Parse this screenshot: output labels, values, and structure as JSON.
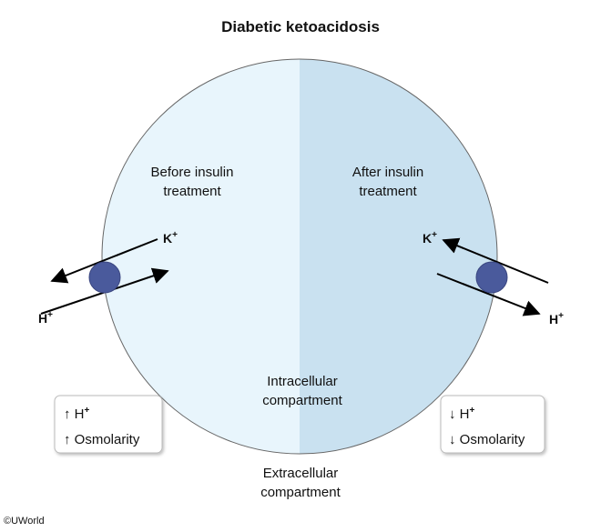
{
  "title": "Diabetic ketoacidosis",
  "left_panel": {
    "heading_line1": "Before insulin",
    "heading_line2": "treatment",
    "ion_in_label": "K",
    "ion_out_label": "H",
    "ion_charge": "+"
  },
  "right_panel": {
    "heading_line1": "After insulin",
    "heading_line2": "treatment",
    "ion_in_label": "K",
    "ion_out_label": "H",
    "ion_charge": "+"
  },
  "intracellular_line1": "Intracellular",
  "intracellular_line2": "compartment",
  "extracellular_line1": "Extracellular",
  "extracellular_line2": "compartment",
  "left_box": {
    "row1": "↑ H",
    "row1_sup": "+",
    "row2": "↑ Osmolarity"
  },
  "right_box": {
    "row1": "↓ H",
    "row1_sup": "+",
    "row2": "↓ Osmolarity"
  },
  "copyright": "©UWorld",
  "colors": {
    "cell_left": "#e8f5fc",
    "cell_right": "#c9e1f0",
    "cell_border": "#666666",
    "pump": "#4a5a9c",
    "arrow": "#000000",
    "box_border": "#bbbbbb"
  }
}
